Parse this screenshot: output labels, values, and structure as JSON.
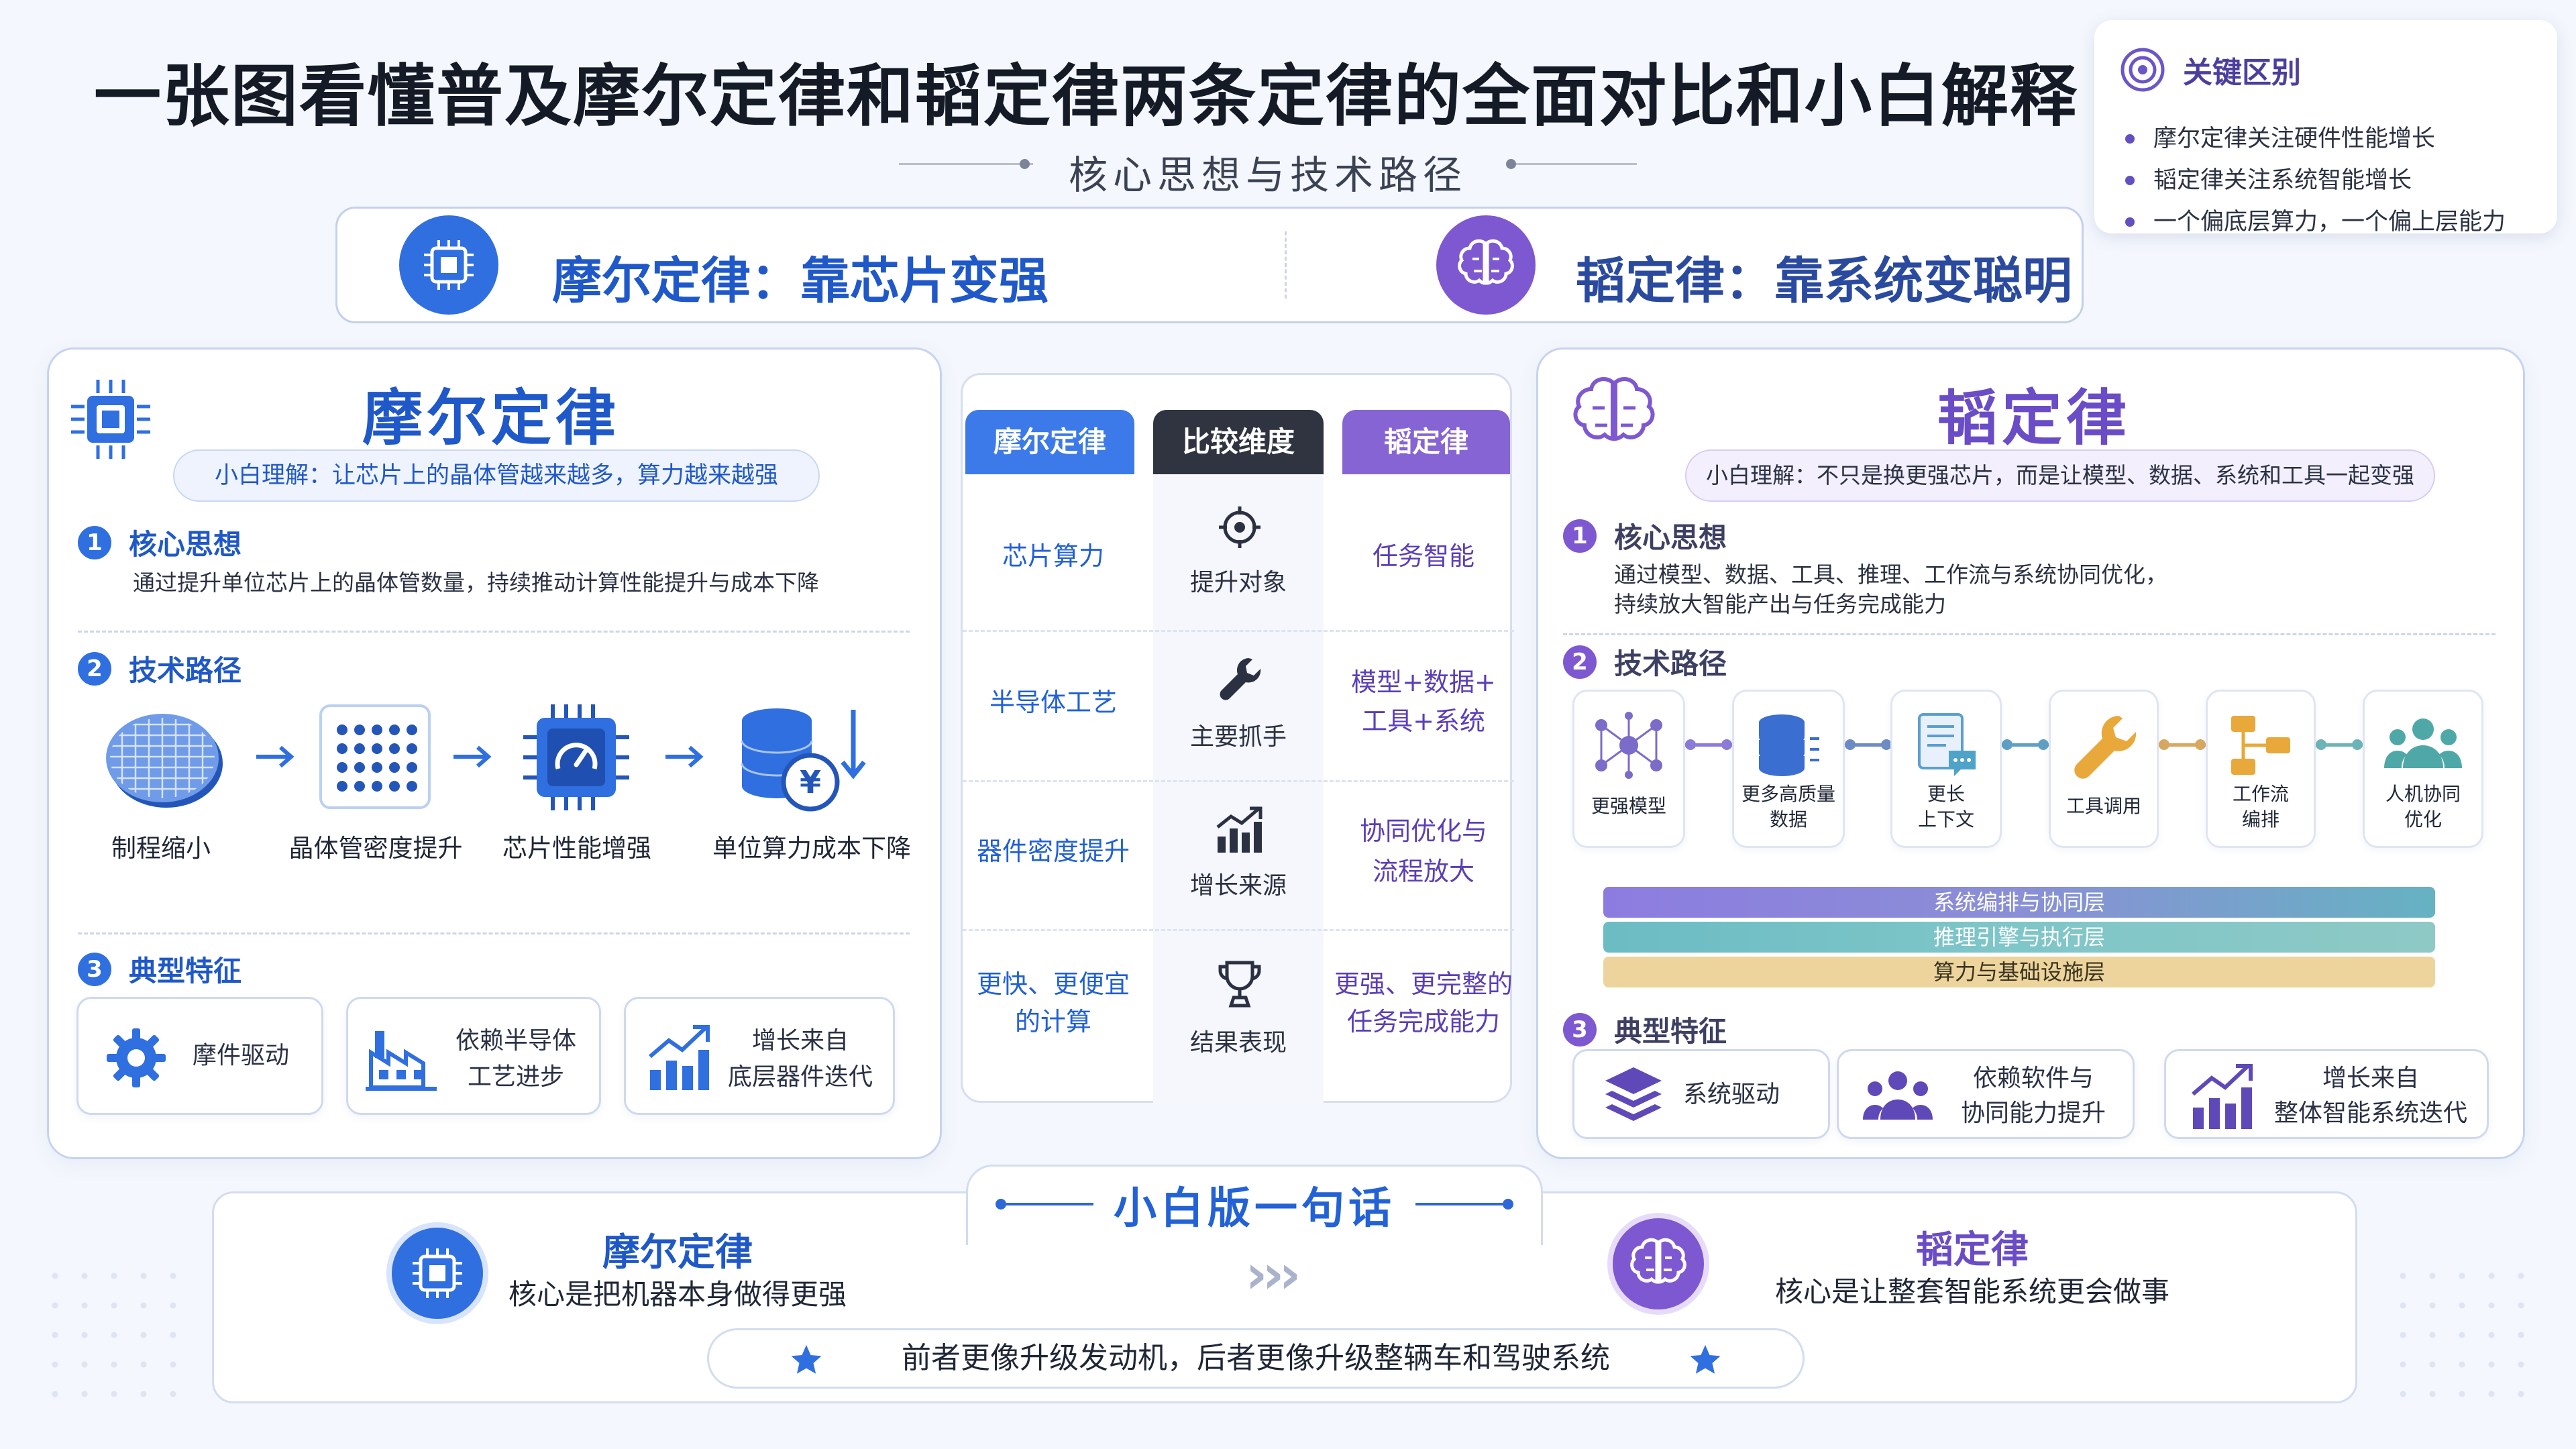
{
  "title": "一张图看懂普及摩尔定律和韬定律两条定律的全面对比和小白解释",
  "subtitle": "核心思想与技术路径",
  "key_diff": {
    "heading": "关键区别",
    "items": [
      "摩尔定律关注硬件性能增长",
      "韬定律关注系统智能增长",
      "一个偏底层算力，一个偏上层能力"
    ]
  },
  "banner": {
    "moore": "摩尔定律：靠芯片变强",
    "tao": "韬定律：靠系统变聪明"
  },
  "moore": {
    "title": "摩尔定律",
    "plain": "小白理解：让芯片上的晶体管越来越多，算力越来越强",
    "sections": [
      {
        "num": "1",
        "title": "核心思想",
        "text": "通过提升单位芯片上的晶体管数量，持续推动计算性能提升与成本下降"
      },
      {
        "num": "2",
        "title": "技术路径"
      },
      {
        "num": "3",
        "title": "典型特征"
      }
    ],
    "flow": [
      "制程缩小",
      "晶体管密度提升",
      "芯片性能增强",
      "单位算力成本下降"
    ],
    "features": [
      {
        "line1": "摩件驱动",
        "line2": ""
      },
      {
        "line1": "依赖半导体",
        "line2": "工艺进步"
      },
      {
        "line1": "增长来自",
        "line2": "底层器件迭代"
      }
    ]
  },
  "table": {
    "headers": [
      "摩尔定律",
      "比较维度",
      "韬定律"
    ],
    "rows": [
      {
        "left": [
          "芯片算力"
        ],
        "mid": "提升对象",
        "right": [
          "任务智能"
        ]
      },
      {
        "left": [
          "半导体工艺"
        ],
        "mid": "主要抓手",
        "right": [
          "模型+数据+",
          "工具+系统"
        ]
      },
      {
        "left": [
          "器件密度提升"
        ],
        "mid": "增长来源",
        "right": [
          "协同优化与",
          "流程放大"
        ]
      },
      {
        "left": [
          "更快、更便宜",
          "的计算"
        ],
        "mid": "结果表现",
        "right": [
          "更强、更完整的",
          "任务完成能力"
        ]
      }
    ]
  },
  "tao": {
    "title": "韬定律",
    "plain": "小白理解：不只是换更强芯片，而是让模型、数据、系统和工具一起变强",
    "sections": [
      {
        "num": "1",
        "title": "核心思想",
        "text1": "通过模型、数据、工具、推理、工作流与系统协同优化，",
        "text2": "持续放大智能产出与任务完成能力"
      },
      {
        "num": "2",
        "title": "技术路径"
      },
      {
        "num": "3",
        "title": "典型特征"
      }
    ],
    "process": [
      {
        "l1": "更强模型",
        "l2": ""
      },
      {
        "l1": "更多高质量",
        "l2": "数据"
      },
      {
        "l1": "更长",
        "l2": "上下文"
      },
      {
        "l1": "工具调用",
        "l2": ""
      },
      {
        "l1": "工作流",
        "l2": "编排"
      },
      {
        "l1": "人机协同",
        "l2": "优化"
      }
    ],
    "layers": [
      "系统编排与协同层",
      "推理引擎与执行层",
      "算力与基础设施层"
    ],
    "features": [
      {
        "line1": "系统驱动",
        "line2": ""
      },
      {
        "line1": "依赖软件与",
        "line2": "协同能力提升"
      },
      {
        "line1": "增长来自",
        "line2": "整体智能系统迭代"
      }
    ]
  },
  "bottom": {
    "heading": "小白版一句话",
    "moore_title": "摩尔定律",
    "moore_text": "核心是把机器本身做得更强",
    "tao_title": "韬定律",
    "tao_text": "核心是让整套智能系统更会做事",
    "arrows": "›››",
    "slogan": "前者更像升级发动机，后者更像升级整辆车和驾驶系统"
  },
  "colors": {
    "moore_blue": "#2f6fe0",
    "tao_purple": "#7d58d1",
    "layer1": "#8a79d8",
    "layer2": "#5fb7c4",
    "layer3": "#e8cc8c"
  }
}
